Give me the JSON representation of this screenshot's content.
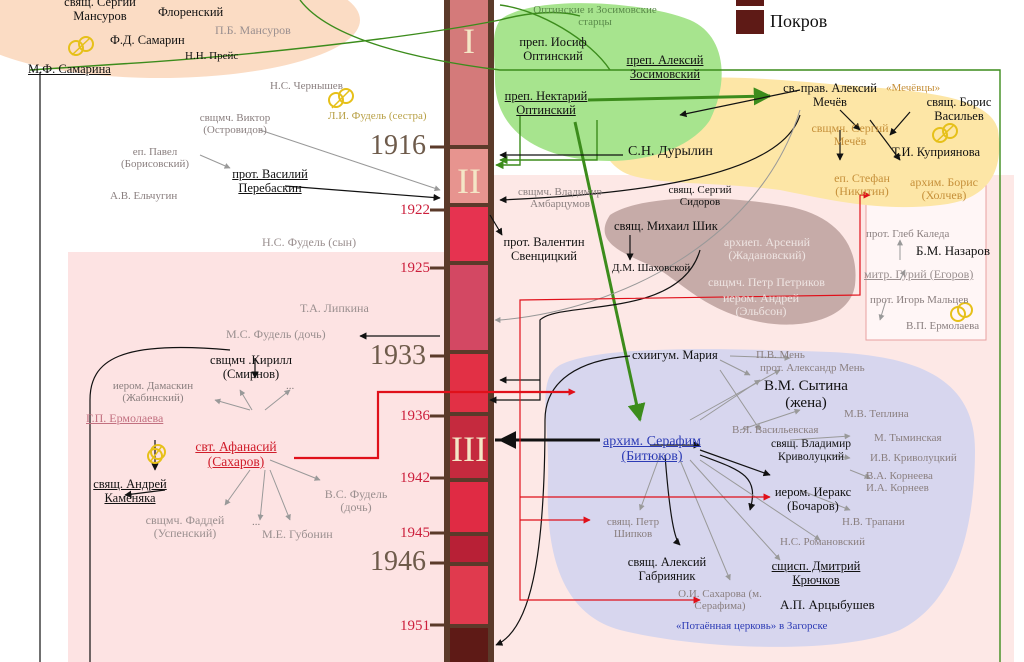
{
  "legend": {
    "pokrov": "Покров",
    "color_pokrov": "#5e1a16"
  },
  "colors": {
    "timeline_I": "#d47a7a",
    "timeline_II": "#e63350",
    "timeline_III": "#b82036",
    "accent_green": "#3c8c1c",
    "accent_red": "#e0101a"
  },
  "periods": {
    "p1": "I",
    "p2": "II",
    "p3": "III"
  },
  "years": {
    "y1916": "1916",
    "y1922": "1922",
    "y1925": "1925",
    "y1933": "1933",
    "y1936": "1936",
    "y1942": "1942",
    "y1945": "1945",
    "y1946": "1946",
    "y1951": "1951"
  },
  "top_left": {
    "sergiy_mansurov": "свящ. Сергий Мансуров",
    "florensky": "Флоренский",
    "samarin_fd": "Ф.Д. Самарин",
    "mansurov_pb": "П.Б. Мансуров",
    "preys": "Н.Н. Прейс",
    "samarina_mf": "М.Ф. Самарина"
  },
  "optina": {
    "title": "Оптинские и Зосимовские старцы",
    "iosif": "преп. Иосиф Оптинский",
    "aleksiy": "преп. Алексий Зосимовский",
    "nektariy": "преп. Нектарий Оптинский"
  },
  "left_upper": {
    "chernyshev": "Н.С. Чернышев",
    "fudel_sister": "Л.И. Фудель (сестра)",
    "viktor": "свщмч. Виктор (Островидов)",
    "pavel": "еп. Павел (Борисовский)",
    "perebaskin": "прот. Василий Перебаскин",
    "elchugin": "А.В. Ельчугин",
    "fudel_son": "Н.С. Фудель (сын)"
  },
  "mechevtsy": {
    "title": "«Мечёвцы»",
    "aleksiy_mechev": "св. прав. Алексий Мечёв",
    "boris_vasilyev": "свящ. Борис Васильев",
    "sergiy_mechev": "свщмч. Сергий Мечёв",
    "kupriyanova": "Т.И. Куприянова",
    "stefan": "еп. Стефан (Никитин)",
    "boris_kholchev": "архим. Борис (Холчев)"
  },
  "middle": {
    "durylin": "С.Н. Дурылин",
    "sidorov": "свящ. Сергий Сидоров",
    "vladimir_ambartsumov": "свщмч. Владимир Амбарцумов",
    "mikhail_shik": "свящ. Михаил Шик",
    "shakhovskoy": "Д.М. Шаховской",
    "sventsitsky": "прот. Валентин Свенцицкий",
    "arseniy": "архиеп. Арсений (Жадановский)",
    "petrikov": "свщмч. Петр Петриков",
    "andrey_elbson": "иером. Андрей (Эльбсон)",
    "gleb_kaleda": "прот. Глеб Каледа",
    "nazarov": "Б.М. Назаров",
    "guriy": "митр. Гурий (Егоров)",
    "maltsev": "прот. Игорь Мальцев",
    "ermolaeva_vp": "В.П. Ермолаева"
  },
  "left_lower": {
    "lipkina": "Т.А. Липкина",
    "fudel_daughter": "М.С. Фудель (дочь)",
    "kirill": "свщмч .Кирилл (Смирнов)",
    "damaskin": "иером. Дамаскин (Жабинский)",
    "ellipsis1": "...",
    "ermolaeva_gp": "Г.П. Ермолаева",
    "afanasiy": "свт. Афанасий (Сахаров)",
    "andrey_kamenyaka": "свящ. Андрей Каменяка",
    "faddey": "свщмч. Фаддей (Успенский)",
    "ellipsis2": "...",
    "fudel_vs": "В.С. Фудель (дочь)",
    "gubonin": "М.Е. Губонин"
  },
  "zagorsk": {
    "mariya": "схиигум. Мария",
    "men_pv": "П.В. Мень",
    "men_aleksandr": "прот. Александр Мень",
    "sytina": "В.М. Сытина (жена)",
    "vasilevskaya": "В.Я. Васильевская",
    "teplina": "М.В. Теплина",
    "serafim": "архим. Серафим (Битюков)",
    "krivolutsky_v": "свящ. Владимир Криволуцкий",
    "tyminskaya": "М. Тыминская",
    "krivolutsky_iv": "И.В. Криволуцкий",
    "korneeva": "В.А. Корнеева",
    "korneev": "И.А. Корнеев",
    "ierax": "иером. Иеракс (Бочаров)",
    "trapani": "Н.В. Трапани",
    "petr_shipkov": "свящ. Петр Шипков",
    "romanovsky": "Н.С. Романовский",
    "gabriyanik": "свящ. Алексий Габрияник",
    "kryuchkov": "сщисп. Дмитрий Крючков",
    "sakharova": "О.И. Сахарова (м. Серафима)",
    "artsybushev": "А.П. Арцыбушев",
    "caption": "«Потаённая церковь» в Загорске"
  }
}
